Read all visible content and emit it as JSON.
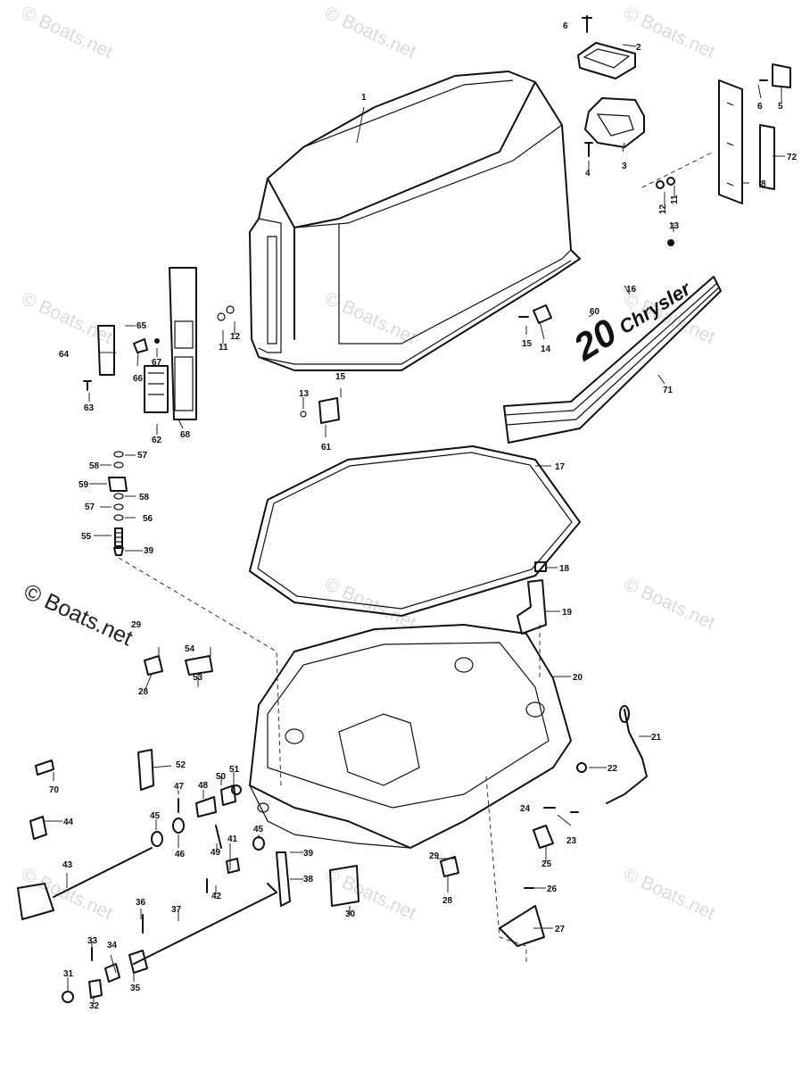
{
  "watermark": "© Boats.net",
  "decal": {
    "number": "20",
    "brand": "Chrysler"
  },
  "parts": [
    {
      "id": "p1",
      "num": "1"
    },
    {
      "id": "p2",
      "num": "2"
    },
    {
      "id": "p3",
      "num": "3"
    },
    {
      "id": "p4",
      "num": "4"
    },
    {
      "id": "p5",
      "num": "5"
    },
    {
      "id": "p6a",
      "num": "6"
    },
    {
      "id": "p6b",
      "num": "6"
    },
    {
      "id": "p8",
      "num": "8"
    },
    {
      "id": "p11a",
      "num": "11"
    },
    {
      "id": "p11b",
      "num": "11"
    },
    {
      "id": "p12a",
      "num": "12"
    },
    {
      "id": "p12b",
      "num": "12"
    },
    {
      "id": "p13a",
      "num": "13"
    },
    {
      "id": "p13b",
      "num": "13"
    },
    {
      "id": "p14",
      "num": "14"
    },
    {
      "id": "p15a",
      "num": "15"
    },
    {
      "id": "p15b",
      "num": "15"
    },
    {
      "id": "p16",
      "num": "16"
    },
    {
      "id": "p17",
      "num": "17"
    },
    {
      "id": "p18",
      "num": "18"
    },
    {
      "id": "p19",
      "num": "19"
    },
    {
      "id": "p20",
      "num": "20"
    },
    {
      "id": "p21",
      "num": "21"
    },
    {
      "id": "p22",
      "num": "22"
    },
    {
      "id": "p23",
      "num": "23"
    },
    {
      "id": "p24",
      "num": "24"
    },
    {
      "id": "p25",
      "num": "25"
    },
    {
      "id": "p26",
      "num": "26"
    },
    {
      "id": "p27",
      "num": "27"
    },
    {
      "id": "p28a",
      "num": "28"
    },
    {
      "id": "p28b",
      "num": "28"
    },
    {
      "id": "p29a",
      "num": "29"
    },
    {
      "id": "p29b",
      "num": "29"
    },
    {
      "id": "p30",
      "num": "30"
    },
    {
      "id": "p31",
      "num": "31"
    },
    {
      "id": "p32",
      "num": "32"
    },
    {
      "id": "p33",
      "num": "33"
    },
    {
      "id": "p34",
      "num": "34"
    },
    {
      "id": "p35",
      "num": "35"
    },
    {
      "id": "p36",
      "num": "36"
    },
    {
      "id": "p37",
      "num": "37"
    },
    {
      "id": "p38",
      "num": "38"
    },
    {
      "id": "p39a",
      "num": "39"
    },
    {
      "id": "p39b",
      "num": "39"
    },
    {
      "id": "p41",
      "num": "41"
    },
    {
      "id": "p42",
      "num": "42"
    },
    {
      "id": "p43",
      "num": "43"
    },
    {
      "id": "p44",
      "num": "44"
    },
    {
      "id": "p45a",
      "num": "45"
    },
    {
      "id": "p45b",
      "num": "45"
    },
    {
      "id": "p46",
      "num": "46"
    },
    {
      "id": "p47",
      "num": "47"
    },
    {
      "id": "p48",
      "num": "48"
    },
    {
      "id": "p49",
      "num": "49"
    },
    {
      "id": "p50",
      "num": "50"
    },
    {
      "id": "p51",
      "num": "51"
    },
    {
      "id": "p52",
      "num": "52"
    },
    {
      "id": "p53",
      "num": "53"
    },
    {
      "id": "p54",
      "num": "54"
    },
    {
      "id": "p55",
      "num": "55"
    },
    {
      "id": "p56",
      "num": "56"
    },
    {
      "id": "p57a",
      "num": "57"
    },
    {
      "id": "p57b",
      "num": "57"
    },
    {
      "id": "p58a",
      "num": "58"
    },
    {
      "id": "p58b",
      "num": "58"
    },
    {
      "id": "p59",
      "num": "59"
    },
    {
      "id": "p60",
      "num": "60"
    },
    {
      "id": "p61",
      "num": "61"
    },
    {
      "id": "p62",
      "num": "62"
    },
    {
      "id": "p63",
      "num": "63"
    },
    {
      "id": "p64",
      "num": "64"
    },
    {
      "id": "p65",
      "num": "65"
    },
    {
      "id": "p66",
      "num": "66"
    },
    {
      "id": "p67",
      "num": "67"
    },
    {
      "id": "p68",
      "num": "68"
    },
    {
      "id": "p70",
      "num": "70"
    },
    {
      "id": "p71",
      "num": "71"
    },
    {
      "id": "p72",
      "num": "72"
    }
  ]
}
